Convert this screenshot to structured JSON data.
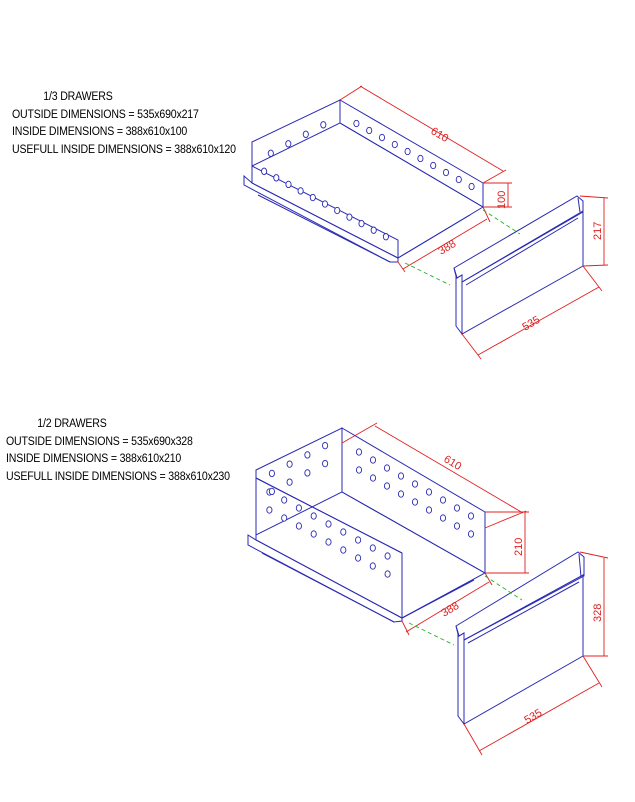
{
  "drawer_third": {
    "title": "1/3 DRAWERS",
    "outside": "OUTSIDE DIMENSIONS = 535x690x217",
    "inside": "INSIDE DIMENSIONS = 388x610x100",
    "usefull": "USEFULL INSIDE DIMENSIONS = 388x610x120",
    "dims": {
      "length": "610",
      "inner_height": "100",
      "inner_width": "388",
      "front_height": "217",
      "front_width": "535"
    }
  },
  "drawer_half": {
    "title": "1/2 DRAWERS",
    "outside": "OUTSIDE DIMENSIONS = 535x690x328",
    "inside": "INSIDE DIMENSIONS = 388x610x210",
    "usefull": "USEFULL INSIDE DIMENSIONS = 388x610x230",
    "dims": {
      "length": "610",
      "inner_height": "210",
      "inner_width": "388",
      "front_height": "328",
      "front_width": "535"
    }
  },
  "colors": {
    "outline": "#2a2ab4",
    "dimension": "#e02020",
    "guide": "#26b026"
  }
}
